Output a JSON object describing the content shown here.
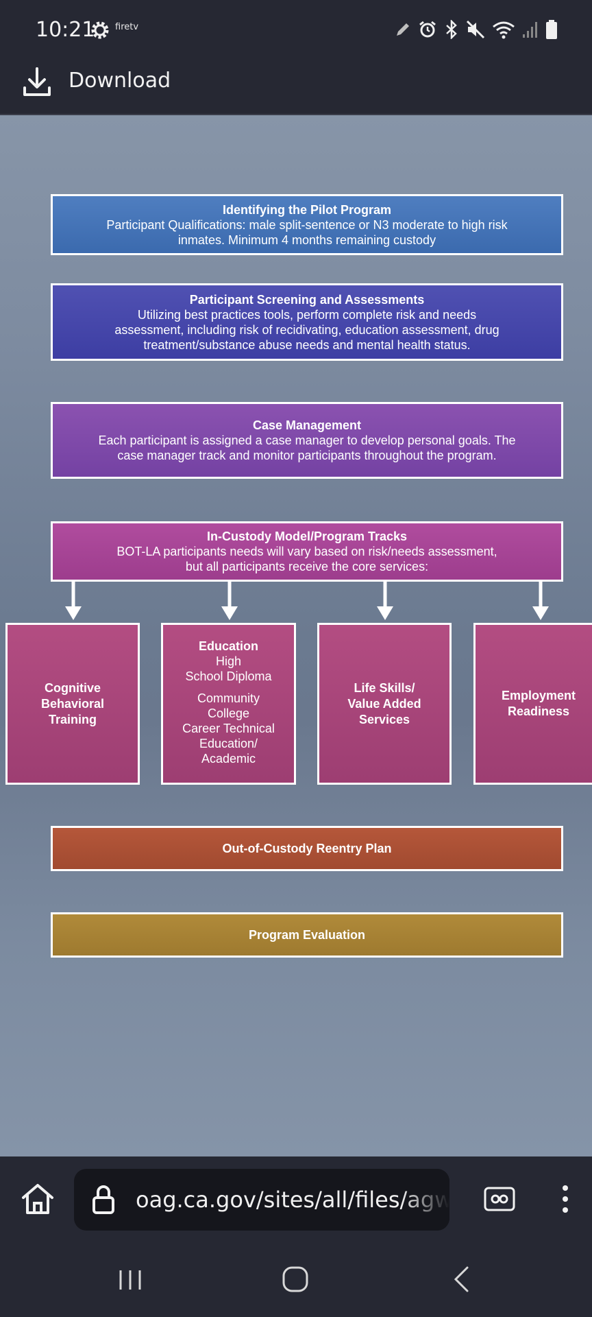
{
  "status_bar": {
    "time": "10:21",
    "fire_tv_label": "firetv",
    "icons": [
      "settings-gear-icon",
      "pencil-icon",
      "alarm-icon",
      "bluetooth-icon",
      "mute-icon",
      "wifi-icon",
      "signal-icon",
      "battery-icon"
    ]
  },
  "top_bar": {
    "download_label": "Download"
  },
  "document": {
    "pilot": {
      "title": "Identifying the Pilot Program",
      "line1": "Participant Qualifications:  male split-sentence or N3 moderate to high risk",
      "line2": "inmates.  Minimum 4 months remaining custody"
    },
    "screening": {
      "title": "Participant Screening and Assessments",
      "line1": "Utilizing best practices tools, perform complete risk and needs",
      "line2": "assessment, including risk of recidivating, education assessment, drug",
      "line3": "treatment/substance abuse needs and mental health status."
    },
    "case_management": {
      "title": "Case Management",
      "line1": "Each participant is assigned a case manager to develop personal goals.  The",
      "line2": "case manager track and monitor participants throughout the program."
    },
    "in_custody": {
      "title": "In-Custody Model/Program Tracks",
      "line1": "BOT-LA participants needs will vary based on risk/needs assessment,",
      "line2": "but all participants receive the core services:"
    },
    "tracks": {
      "cbt": {
        "l1": "Cognitive",
        "l2": "Behavioral",
        "l3": "Training"
      },
      "education": {
        "title": "Education",
        "l1": "High",
        "l2": "School Diploma",
        "l3": "Community",
        "l4": "College",
        "l5": "Career Technical",
        "l6": "Education/",
        "l7": "Academic"
      },
      "life_skills": {
        "l1": "Life Skills/",
        "l2": "Value Added",
        "l3": "Services"
      },
      "employment": {
        "l1": "Employment",
        "l2": "Readiness"
      }
    },
    "reentry": {
      "title": "Out-of-Custody Reentry Plan"
    },
    "evaluation": {
      "title": "Program Evaluation"
    }
  },
  "browser_bar": {
    "url": "oag.ca.gov/sites/all/files/agweb"
  },
  "colors": {
    "pilot": "#3b6aae",
    "screening": "#3d3ea3",
    "case_management": "#7442a3",
    "in_custody": "#9d3d8d",
    "tracks": "#9d3e72",
    "reentry": "#a14a30",
    "evaluation": "#9e7a2f"
  }
}
